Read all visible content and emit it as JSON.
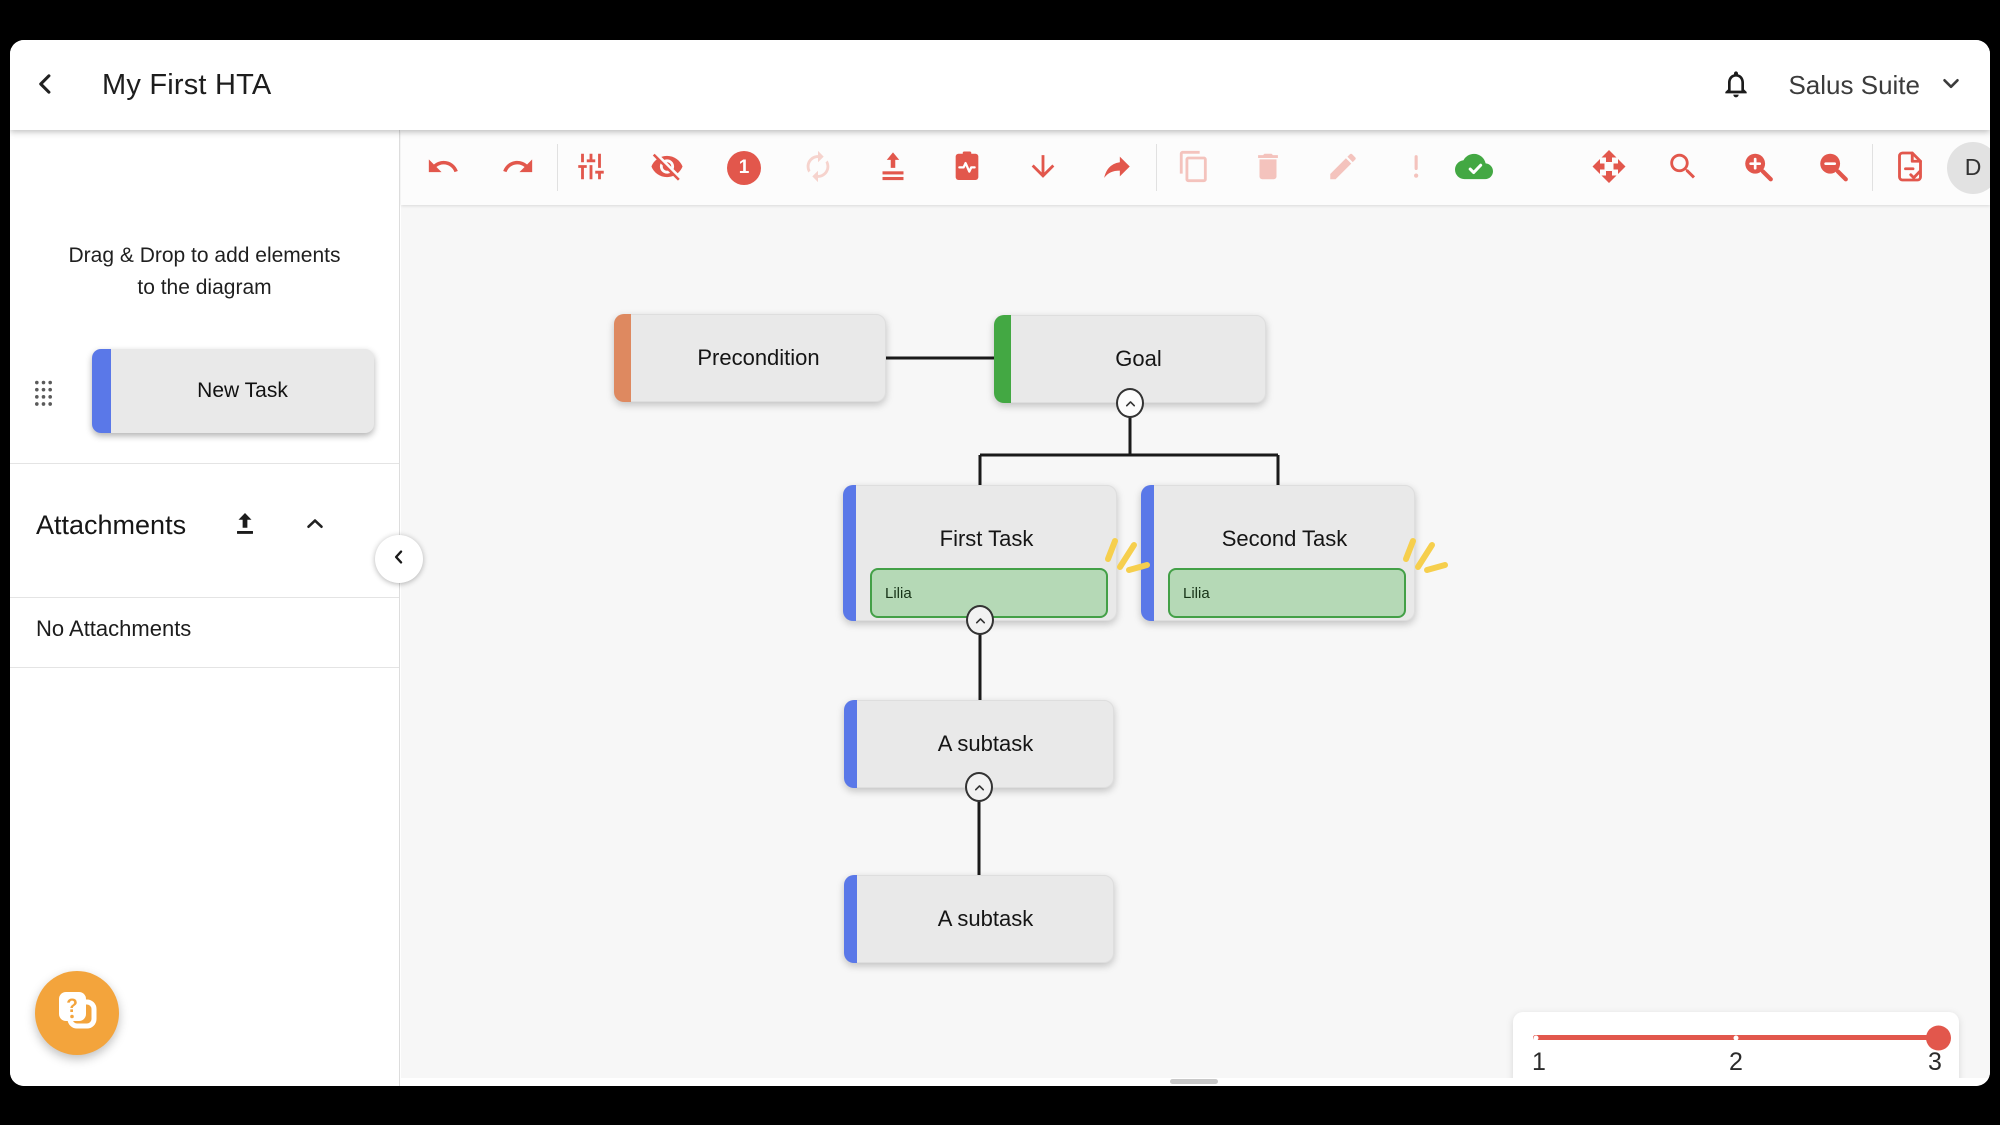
{
  "app": {
    "title": "My First HTA",
    "workspace_menu": "Salus Suite",
    "avatar_initial": "D"
  },
  "sidebar": {
    "hint_line1": "Drag & Drop to add elements",
    "hint_line2": "to the diagram",
    "palette_item_label": "New Task",
    "attachments": {
      "title": "Attachments",
      "empty_text": "No Attachments"
    }
  },
  "toolbar": {
    "notification_badge": "1"
  },
  "diagram": {
    "nodes": [
      {
        "id": "precondition",
        "label": "Precondition",
        "accent_color": "#de8960"
      },
      {
        "id": "goal",
        "label": "Goal",
        "accent_color": "#43a843"
      },
      {
        "id": "first-task",
        "label": "First Task",
        "accent_color": "#5a78e8",
        "assignee_tag": "Lilia"
      },
      {
        "id": "second-task",
        "label": "Second Task",
        "accent_color": "#5a78e8",
        "assignee_tag": "Lilia"
      },
      {
        "id": "subtask-1",
        "label": "A subtask",
        "accent_color": "#5a78e8"
      },
      {
        "id": "subtask-2",
        "label": "A subtask",
        "accent_color": "#5a78e8"
      }
    ]
  },
  "zoom_slider": {
    "labels": [
      "1",
      "2",
      "3"
    ],
    "value": 3,
    "min": 1,
    "max": 3
  },
  "colors": {
    "toolbar_icon": "#e2574c",
    "toolbar_icon_disabled": "#f4c3bd",
    "cloud_synced": "#43a843",
    "node_body": "#e9e9e9",
    "accent_blue": "#5a78e8",
    "accent_green": "#43a843",
    "accent_orange": "#de8960",
    "tag_fill": "#b5d9b6",
    "tag_border": "#43a047",
    "canvas_bg": "#f7f7f7",
    "slider_red": "#e2574c",
    "help_fab_orange": "#f3a43c",
    "sparkle_yellow": "#f6cf4d"
  },
  "icons": {
    "back": "‹",
    "bell": "bell-outline",
    "chevron-down": "⌄",
    "undo": "↶",
    "redo": "↷",
    "tune": "sliders",
    "eye-off": "hidden-eye",
    "notification-count": "1",
    "rotate": "⟳",
    "align-center": "arrow-up-over-lines",
    "clipboard-pulse": "clipboard-heartbeat",
    "download": "⬇",
    "share": "↪",
    "copy": "⧉",
    "delete": "trash",
    "edit": "✎",
    "priority": "!",
    "cloud-synced": "cloud-check",
    "pan": "✥",
    "search": "magnifier",
    "zoom-in": "magnifier-plus",
    "zoom-out": "magnifier-minus",
    "export-check": "doc-check",
    "upload": "⬆",
    "chevron-up": "⌃",
    "drag-handle": "dot-grid",
    "collapse-left": "‹",
    "help": "?",
    "node-collapse": "⌃"
  }
}
